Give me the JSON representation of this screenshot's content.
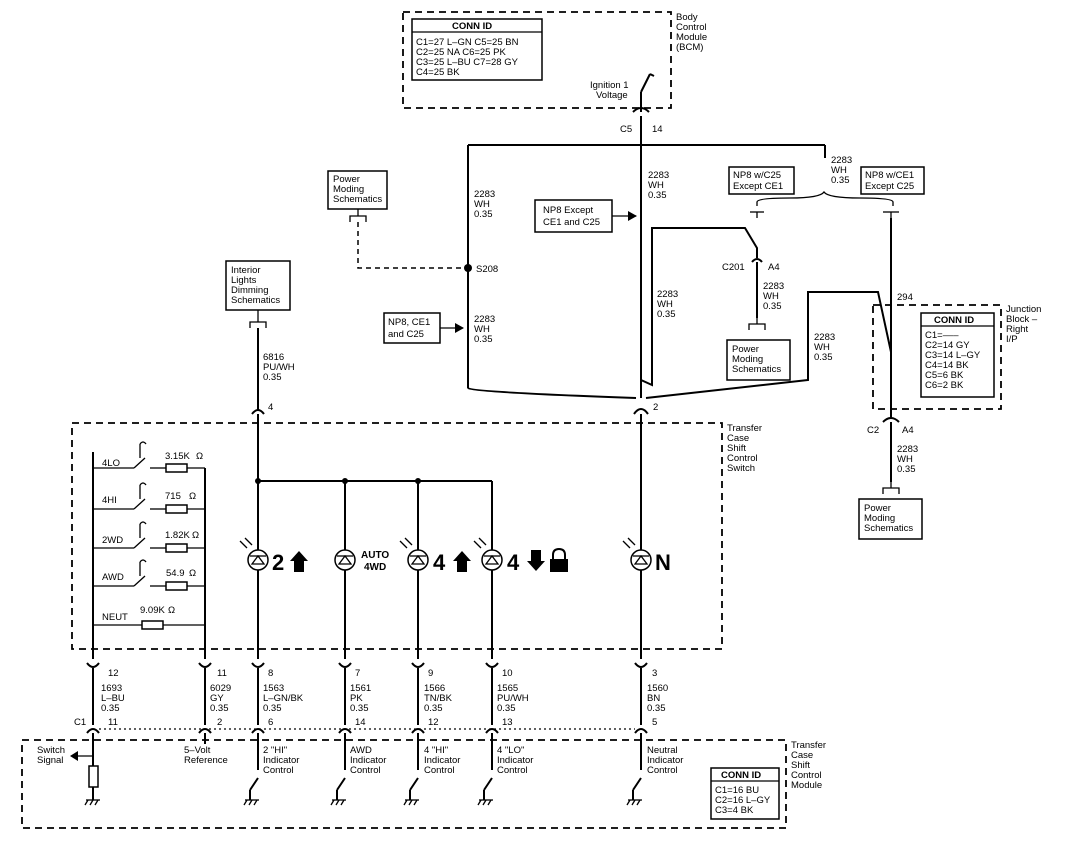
{
  "bcm": {
    "label": [
      "Body",
      "Control",
      "Module",
      "(BCM)"
    ],
    "conn_title": "CONN ID",
    "conn_rows": [
      "C1=27 L–GN   C5=25 BN",
      "C2=25 NA      C6=25 PK",
      "C3=25 L–BU   C7=28 GY",
      "C4=25 BK"
    ],
    "ign_label": [
      "Ignition 1",
      "Voltage"
    ],
    "connector": "C5",
    "pin": "14"
  },
  "power_moding_top": [
    "Power",
    "Moding",
    "Schematics"
  ],
  "splice": "S208",
  "wire_main": [
    "2283",
    "WH",
    "0.35"
  ],
  "np8_except": [
    "NP8 Except",
    "CE1 and C25"
  ],
  "np8_ce1": [
    "NP8, CE1",
    "and C25"
  ],
  "np8_c25": [
    "NP8 w/C25",
    "Except CE1"
  ],
  "np8_ce1c25": [
    "NP8 w/CE1",
    "Except C25"
  ],
  "c201": "C201",
  "a4": "A4",
  "c2": "C2",
  "pin_294": "294",
  "power_moding_mid": [
    "Power",
    "Moding",
    "Schematics"
  ],
  "power_moding_right": [
    "Power",
    "Moding",
    "Schematics"
  ],
  "junction": {
    "label": [
      "Junction",
      "Block –",
      "Right",
      "I/P"
    ],
    "conn_title": "CONN ID",
    "conn_rows": [
      "C1=–––",
      "C2=14 GY",
      "C3=14 L–GY",
      "C4=14 BK",
      "C5=6 BK",
      "C6=2 BK"
    ]
  },
  "interior": [
    "Interior",
    "Lights",
    "Dimming",
    "Schematics"
  ],
  "wire_6816": [
    "6816",
    "PU/WH",
    "0.35"
  ],
  "pin_4": "4",
  "pin_2": "2",
  "tccs": [
    "Transfer",
    "Case",
    "Shift",
    "Control",
    "Switch"
  ],
  "switch_rows": [
    {
      "label": "4LO",
      "res": "3.15K"
    },
    {
      "label": "4HI",
      "res": "715"
    },
    {
      "label": "2WD",
      "res": "1.82K"
    },
    {
      "label": "AWD",
      "res": "54.9"
    },
    {
      "label": "NEUT",
      "res": "9.09K"
    }
  ],
  "ohm": "Ω",
  "indicators": {
    "two_hi": "2",
    "auto_a": "AUTO",
    "auto_b": "4WD",
    "four_hi": "4",
    "four_lo": "4",
    "neutral": "N"
  },
  "bottom_wires": [
    {
      "top_pin": "12",
      "circuit": [
        "1693",
        "L–BU",
        "0.35"
      ],
      "bot_pin": "11",
      "func": [
        "Switch",
        "Signal"
      ]
    },
    {
      "top_pin": "11",
      "circuit": [
        "6029",
        "GY",
        "0.35"
      ],
      "bot_pin": "2",
      "func": [
        "5–Volt",
        "Reference"
      ]
    },
    {
      "top_pin": "8",
      "circuit": [
        "1563",
        "L–GN/BK",
        "0.35"
      ],
      "bot_pin": "6",
      "func": [
        "2 \"HI\"",
        "Indicator",
        "Control"
      ]
    },
    {
      "top_pin": "7",
      "circuit": [
        "1561",
        "PK",
        "0.35"
      ],
      "bot_pin": "14",
      "func": [
        "AWD",
        "Indicator",
        "Control"
      ]
    },
    {
      "top_pin": "9",
      "circuit": [
        "1566",
        "TN/BK",
        "0.35"
      ],
      "bot_pin": "12",
      "func": [
        "4 \"HI\"",
        "Indicator",
        "Control"
      ]
    },
    {
      "top_pin": "10",
      "circuit": [
        "1565",
        "PU/WH",
        "0.35"
      ],
      "bot_pin": "13",
      "func": [
        "4 \"LO\"",
        "Indicator",
        "Control"
      ]
    },
    {
      "top_pin": "3",
      "circuit": [
        "1560",
        "BN",
        "0.35"
      ],
      "bot_pin": "5",
      "func": [
        "Neutral",
        "Indicator",
        "Control"
      ]
    }
  ],
  "c1": "C1",
  "tccm": {
    "label": [
      "Transfer",
      "Case",
      "Shift",
      "Control",
      "Module"
    ],
    "conn_title": "CONN ID",
    "conn_rows": [
      "C1=16 BU",
      "C2=16 L–GY",
      "C3=4 BK"
    ]
  }
}
